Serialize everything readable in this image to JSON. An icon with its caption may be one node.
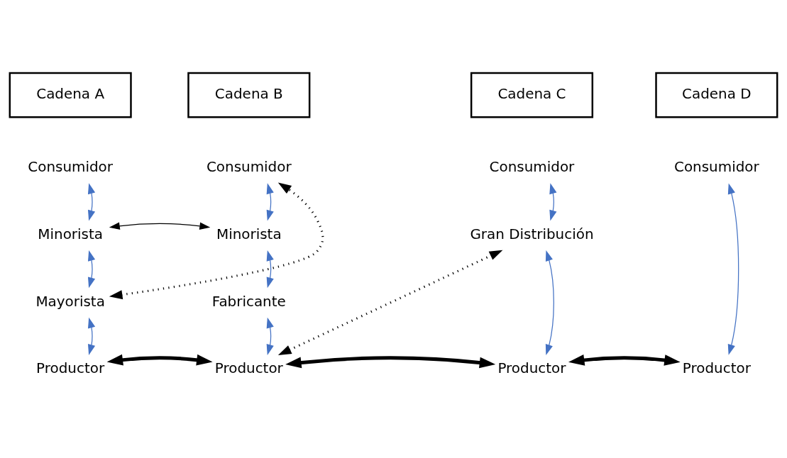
{
  "diagram": {
    "nodes": [
      {
        "text": [
          "Cadena A"
        ]
      },
      {
        "text": [
          "Cadena B"
        ]
      },
      {
        "text": [
          "Cadena C"
        ]
      },
      {
        "text": [
          "Cadena D"
        ]
      },
      {
        "text": [
          "Consumidor"
        ]
      },
      {
        "text": [
          "Minorista"
        ]
      },
      {
        "text": [
          "Mayorista"
        ]
      },
      {
        "text": [
          "Productor"
        ]
      },
      {
        "text": [
          "Consumidor"
        ]
      },
      {
        "text": [
          "Minorista"
        ]
      },
      {
        "text": [
          "Fabricante"
        ]
      },
      {
        "text": [
          "Productor"
        ]
      },
      {
        "text": [
          "Consumidor"
        ]
      },
      {
        "text": [
          "Gran Distribución"
        ]
      },
      {
        "text": [
          "Productor"
        ]
      },
      {
        "text": [
          "Consumidor"
        ]
      },
      {
        "text": [
          "Productor"
        ]
      }
    ],
    "edges": [
      {
        "from": 4,
        "to": 5,
        "arrow": "both"
      },
      {
        "from": 5,
        "to": 6,
        "arrow": "both"
      },
      {
        "from": 6,
        "to": 7,
        "arrow": "both"
      },
      {
        "from": 8,
        "to": 9,
        "arrow": "both"
      },
      {
        "from": 9,
        "to": 10,
        "arrow": "both"
      },
      {
        "from": 10,
        "to": 11,
        "arrow": "both"
      },
      {
        "from": 12,
        "to": 13,
        "arrow": "both"
      },
      {
        "from": 13,
        "to": 14,
        "arrow": "both"
      },
      {
        "from": 15,
        "to": 16,
        "arrow": "both"
      },
      {
        "from": 5,
        "to": 9,
        "arrow": "both",
        "color": "#000000"
      },
      {
        "from": 6,
        "to": 8,
        "arrow": "both",
        "style": "dashed",
        "color": "#000000"
      },
      {
        "from": 11,
        "to": 13,
        "arrow": "both",
        "style": "dashed",
        "color": "#000000"
      },
      {
        "from": 7,
        "to": 11,
        "arrow": "both",
        "style": "thick",
        "color": "#000000"
      },
      {
        "from": 11,
        "to": 14,
        "arrow": "both",
        "style": "thick",
        "color": "#000000"
      },
      {
        "from": 14,
        "to": 16,
        "arrow": "both",
        "style": "thick",
        "color": "#000000"
      }
    ]
  }
}
